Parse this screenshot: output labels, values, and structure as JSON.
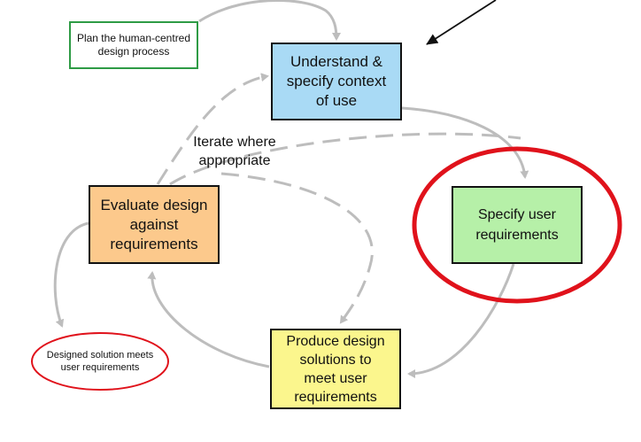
{
  "plan_box": {
    "text": "Plan the human-centred\ndesign process"
  },
  "understand_box": {
    "text": "Understand &\nspecify context\nof use"
  },
  "specify_box": {
    "text": "Specify user\nrequirements"
  },
  "evaluate_box": {
    "text": "Evaluate design\nagainst\nrequirements"
  },
  "produce_box": {
    "text": "Produce design\nsolutions to\nmeet user\nrequirements"
  },
  "iterate_label": {
    "text": "Iterate where\nappropriate"
  },
  "designed_solution": {
    "text": "Designed solution  meets\nuser requirements"
  },
  "colors": {
    "understand": "#a9daf5",
    "specify": "#b6f0a8",
    "evaluate": "#fcc98c",
    "produce": "#fbf68d",
    "plan_border": "#2e9b45",
    "highlight_ring": "#e0121b",
    "arrow": "#bdbdbd"
  }
}
